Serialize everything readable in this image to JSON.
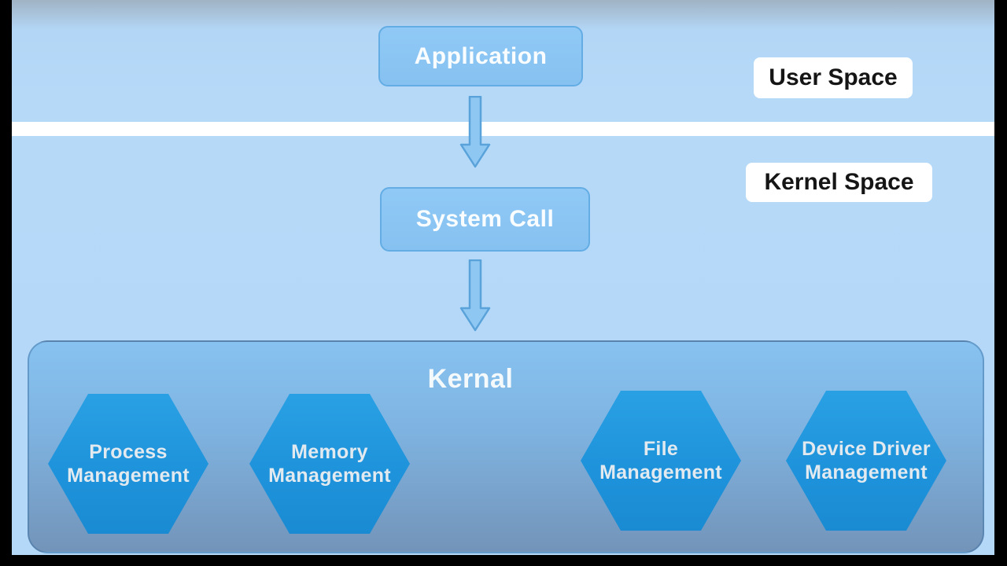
{
  "colors": {
    "background_blue": "#b6d9f8",
    "divider_white": "#ffffff",
    "node_fill_blue": "#8bc5f3",
    "node_border_blue": "#63ade4",
    "kernel_gradient_top": "#87c2f0",
    "kernel_gradient_bottom": "#7394b9",
    "hexagon_blue": "#1f95dc",
    "arrow_fill": "#8fc7f3",
    "arrow_stroke": "#59a3da",
    "label_text_black": "#151515"
  },
  "diagram": {
    "application_label": "Application",
    "system_call_label": "System Call",
    "user_space_label": "User Space",
    "kernel_space_label": "Kernel Space",
    "kernel_title": "Kernal",
    "hexagons": [
      {
        "id": "process-management",
        "label": "Process\nManagement"
      },
      {
        "id": "memory-management",
        "label": "Memory\nManagement"
      },
      {
        "id": "file-management",
        "label": "File\nManagement"
      },
      {
        "id": "device-driver-management",
        "label": "Device Driver\nManagement"
      }
    ]
  }
}
